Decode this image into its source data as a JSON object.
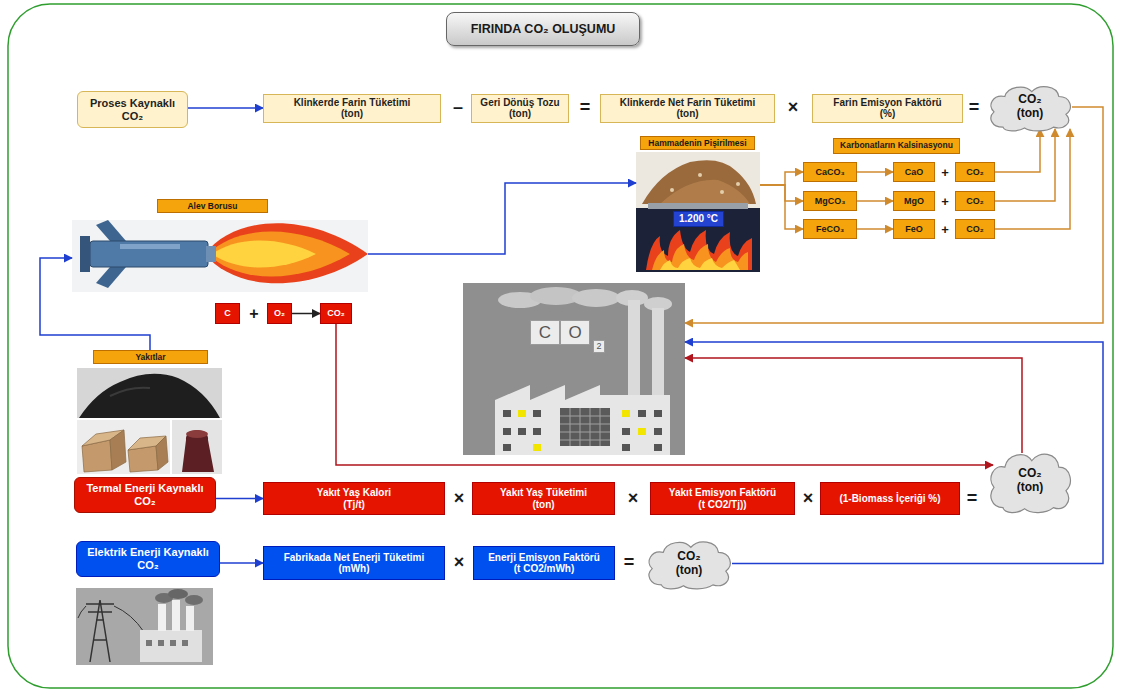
{
  "diagram": {
    "title": "FIRINDA CO₂ OLUŞUMU",
    "nodes": [
      {
        "text": [
          "Proses Kaynaklı CO₂"
        ]
      },
      {
        "text": [
          "Klinkerde Farin Tüketimi (ton)"
        ]
      },
      {
        "text": [
          "Geri Dönüş Tozu (ton)"
        ]
      },
      {
        "text": [
          "Klinkerde Net Farin Tüketimi (ton)"
        ]
      },
      {
        "text": [
          "Farin Emisyon Faktörü (%)"
        ]
      },
      {
        "text": [
          "CO₂ (ton)"
        ]
      },
      {
        "text": [
          "Alev Borusu"
        ]
      },
      {
        "text": [
          "Hammadenin Pişirilmesi",
          "1.200 °C"
        ]
      },
      {
        "text": [
          "Karbonatların Kalsinasyonu"
        ]
      },
      {
        "text": [
          "CaCO₃"
        ]
      },
      {
        "text": [
          "CaO"
        ]
      },
      {
        "text": [
          "CO₂"
        ]
      },
      {
        "text": [
          "MgCO₃"
        ]
      },
      {
        "text": [
          "MgO"
        ]
      },
      {
        "text": [
          "CO₂"
        ]
      },
      {
        "text": [
          "FeCO₃"
        ]
      },
      {
        "text": [
          "FeO"
        ]
      },
      {
        "text": [
          "CO₂"
        ]
      },
      {
        "text": [
          "C"
        ]
      },
      {
        "text": [
          "O₂"
        ]
      },
      {
        "text": [
          "CO₂"
        ]
      },
      {
        "text": [
          "C",
          "O",
          "2"
        ]
      },
      {
        "text": [
          "Yakıtlar"
        ]
      },
      {
        "text": [
          "Termal Enerji Kaynaklı CO₂"
        ]
      },
      {
        "text": [
          "Yakıt Yaş Kalori (Tj/t)"
        ]
      },
      {
        "text": [
          "Yakıt Yaş Tüketimi (ton)"
        ]
      },
      {
        "text": [
          "Yakıt Emisyon Faktörü (t CO2/Tj))"
        ]
      },
      {
        "text": [
          "(1-Biomass İçeriği %)"
        ]
      },
      {
        "text": [
          "CO₂ (ton)"
        ]
      },
      {
        "text": [
          "Elektrik Enerji Kaynaklı CO₂"
        ]
      },
      {
        "text": [
          "Fabrikada Net Enerji Tüketimi (mWh)"
        ]
      },
      {
        "text": [
          "Enerji Emisyon Faktörü (t CO2/mWh)"
        ]
      },
      {
        "text": [
          "CO₂ (ton)"
        ]
      }
    ],
    "edges": [
      {
        "from": 0,
        "to": 1,
        "arrow": "to"
      },
      {
        "from": 5,
        "to": 21,
        "arrow": "to"
      },
      {
        "from": 6,
        "to": 7,
        "arrow": "to"
      },
      {
        "from": 7,
        "to": 9,
        "arrow": "to"
      },
      {
        "from": 7,
        "to": 12,
        "arrow": "to"
      },
      {
        "from": 7,
        "to": 15,
        "arrow": "to"
      },
      {
        "from": 9,
        "to": 10,
        "arrow": "to"
      },
      {
        "from": 12,
        "to": 13,
        "arrow": "to"
      },
      {
        "from": 15,
        "to": 16,
        "arrow": "to"
      },
      {
        "from": 11,
        "to": 5,
        "arrow": "to"
      },
      {
        "from": 14,
        "to": 5,
        "arrow": "to"
      },
      {
        "from": 17,
        "to": 5,
        "arrow": "to"
      },
      {
        "from": 19,
        "to": 20,
        "arrow": "to"
      },
      {
        "from": 20,
        "to": 28,
        "arrow": "to"
      },
      {
        "from": 28,
        "to": 21,
        "arrow": "to"
      },
      {
        "from": 22,
        "to": 6,
        "arrow": "to"
      },
      {
        "from": 23,
        "to": 24,
        "arrow": "to"
      },
      {
        "from": 29,
        "to": 30,
        "arrow": "to"
      },
      {
        "from": 32,
        "to": 21,
        "arrow": "to"
      }
    ],
    "labels": [
      "–",
      "=",
      "×",
      "=",
      "+",
      "+",
      "+",
      "+",
      "×",
      "×",
      "×",
      "=",
      "×",
      "="
    ]
  }
}
